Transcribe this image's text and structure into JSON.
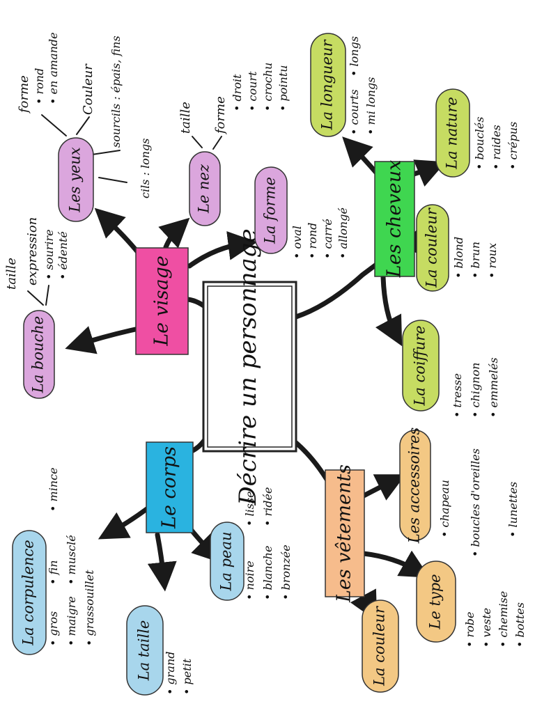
{
  "center": "Décrire un personnage",
  "colors": {
    "visage": "#ef4fa3",
    "cheveux": "#3fd650",
    "corps": "#2ab3e0",
    "vetements": "#f6bc8c",
    "visage_sub": "#dba6dd",
    "cheveux_sub": "#c6dc62",
    "corps_sub": "#a8d6ec",
    "vetements_sub": "#f3c884"
  },
  "branches": {
    "visage": {
      "label": "Le visage",
      "bouche": {
        "label": "La bouche",
        "items": [
          "taille",
          "expression"
        ],
        "bullets": [
          "sourire",
          "édenté"
        ]
      },
      "yeux": {
        "label": "Les yeux",
        "forme": "forme",
        "forme_items": [
          "rond",
          "en amande"
        ],
        "couleur": "Couleur",
        "sourcils": "sourcils : épais, fins",
        "cils": "cils : longs"
      },
      "nez": {
        "label": "Le nez",
        "taille": "taille",
        "forme": "forme",
        "items": [
          "droit",
          "court",
          "crochu",
          "pointu"
        ]
      },
      "forme": {
        "label": "La forme",
        "items": [
          "oval",
          "rond",
          "carré",
          "allongé"
        ]
      }
    },
    "cheveux": {
      "label": "Les cheveux",
      "longueur": {
        "label": "La longueur",
        "items": [
          "courts",
          "longs",
          "mi longs"
        ]
      },
      "nature": {
        "label": "La nature",
        "items": [
          "bouclés",
          "raides",
          "crépus"
        ]
      },
      "couleur": {
        "label": "La couleur",
        "items": [
          "blond",
          "brun",
          "roux"
        ]
      },
      "coiffure": {
        "label": "La coiffure",
        "items": [
          "tresse",
          "chignon",
          "emmelés"
        ]
      }
    },
    "corps": {
      "label": "Le corps",
      "corpulence": {
        "label": "La corpulence",
        "items": [
          "gros",
          "fin",
          "mince",
          "maigre",
          "musclé",
          "grassouillet"
        ]
      },
      "taille": {
        "label": "La taille",
        "items": [
          "grand",
          "petit"
        ]
      },
      "peau": {
        "label": "La peau",
        "items": [
          "noire",
          "blanche",
          "bronzée",
          "lisse",
          "ridée"
        ]
      }
    },
    "vetements": {
      "label": "Les vêtements",
      "accessoires": {
        "label": "Les accessoires",
        "items": [
          "chapeau",
          "boucles d'oreilles",
          "lunettes"
        ]
      },
      "type": {
        "label": "Le type",
        "items": [
          "robe",
          "veste",
          "chemise",
          "bottes"
        ]
      },
      "couleur": {
        "label": "La couleur"
      }
    }
  }
}
